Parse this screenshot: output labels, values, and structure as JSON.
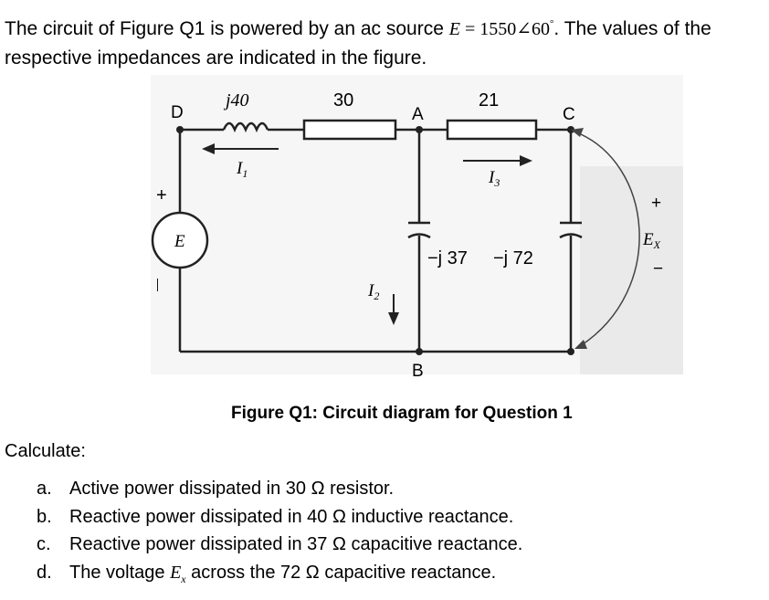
{
  "intro": {
    "text_before": "The circuit of Figure Q1 is powered by an ac source ",
    "source_symbol": "E",
    "source_equals": " = 1550",
    "angle_symbol": "∠",
    "angle_value": "60",
    "degree_mark": "°",
    "text_after": ". The values of the respective impedances are indicated in the figure."
  },
  "circuit": {
    "node_d": "D",
    "node_a": "A",
    "node_c": "C",
    "node_b": "B",
    "z_inductor": "j40",
    "z_resistor_1": "30",
    "z_resistor_2": "21",
    "z_cap_1": "−j 37",
    "z_cap_2": "−j 72",
    "i1": "I",
    "i1_sub": "1",
    "i2": "I",
    "i2_sub": "2",
    "i3": "I",
    "i3_sub": "3",
    "source_label": "E",
    "source_plus": "+",
    "source_minus": "—",
    "ex_label": "E",
    "ex_sub": "X",
    "ex_plus": "+",
    "ex_minus": "−"
  },
  "caption": "Figure Q1: Circuit diagram for Question 1",
  "calculate_label": "Calculate:",
  "tasks": [
    {
      "marker": "a.",
      "text": "Active power dissipated in 30 Ω resistor."
    },
    {
      "marker": "b.",
      "text": "Reactive power dissipated in 40 Ω inductive reactance."
    },
    {
      "marker": "c.",
      "text": "Reactive power dissipated in 37 Ω capacitive reactance."
    },
    {
      "marker": "d.",
      "text_before": "The voltage ",
      "symbol": "E",
      "symbol_sub": "x",
      "text_after": " across the 72 Ω capacitive reactance."
    }
  ]
}
